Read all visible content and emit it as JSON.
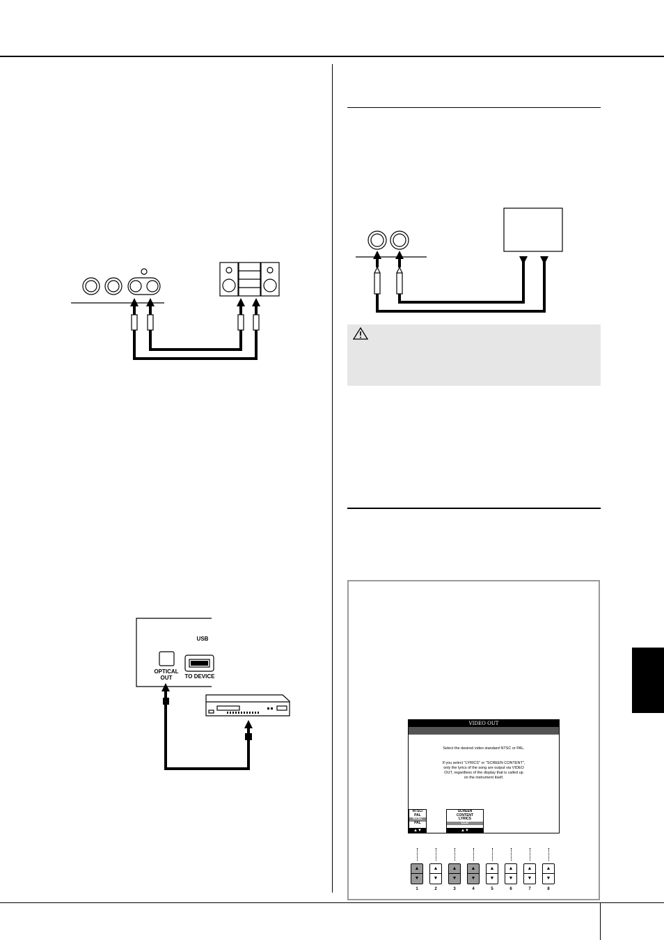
{
  "optical_panel": {
    "usb_label": "USB",
    "optical_label": "OPTICAL OUT",
    "to_device_label": "TO DEVICE"
  },
  "caution": {
    "icon": "warning-triangle-icon"
  },
  "lcd": {
    "title": "VIDEO OUT",
    "message_line1": "Select the desired video standard NTSC or PAL.",
    "message_line2": "If you select \"LYRICS\" or \"SCREEN CONTENT\",",
    "message_line3": "only the lyrics of the song are output via VIDEO",
    "message_line4": "OUT, regardless of the display that is called up",
    "message_line5": "on the instrument itself.",
    "param1_l1": "NTSC/",
    "param1_l2": "PAL",
    "param1_l3": "NTSC",
    "param1_l4": "PAL",
    "param2_l1": "SCREEN",
    "param2_l2": "CONTENT",
    "param2_l3": "LYRICS",
    "param2_l4": "LCD"
  },
  "buttons": {
    "labels": [
      "1",
      "2",
      "3",
      "4",
      "5",
      "6",
      "7",
      "8"
    ],
    "active": [
      true,
      false,
      true,
      true,
      false,
      false,
      false,
      false
    ]
  }
}
